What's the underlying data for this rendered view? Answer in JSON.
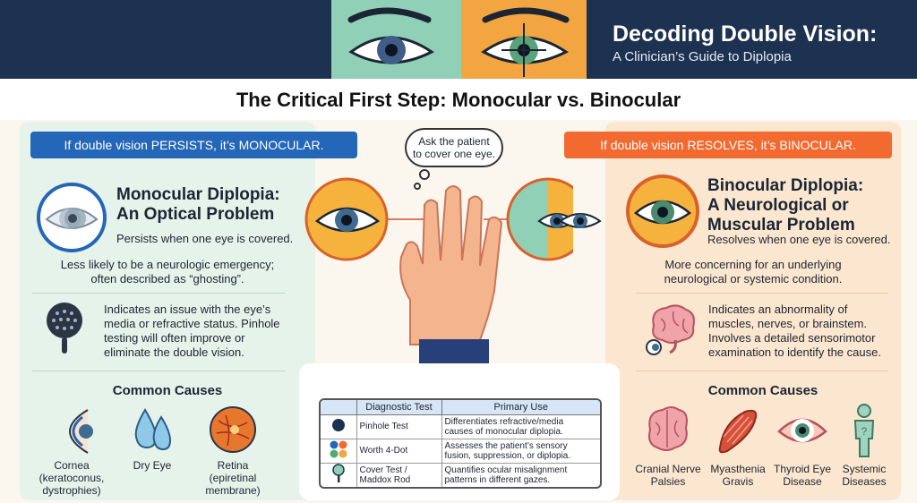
{
  "header": {
    "title": "Decoding Double Vision:",
    "subtitle": "A Clinician’s Guide to Diplopia"
  },
  "section_heading": "The Critical First Step: Monocular vs. Binocular",
  "center": {
    "bubble_line1": "Ask the patient",
    "bubble_line2": "to cover one eye."
  },
  "monocular": {
    "banner": "If double vision PERSISTS, it’s MONOCULAR.",
    "title_line1": "Monocular Diplopia:",
    "title_line2": "An Optical Problem",
    "persist_text": "Persists when one eye is covered.",
    "less_likely_line1": "Less likely to be a neurologic emergency;",
    "less_likely_line2": "often described as “ghosting”.",
    "issue_line1": "Indicates an issue with the eye’s",
    "issue_line2": "media or refractive status. Pinhole",
    "issue_line3": "testing will often improve or",
    "issue_line4": "eliminate the double vision.",
    "causes_title": "Common Causes",
    "causes": [
      {
        "line1": "Cornea",
        "line2": "(keratoconus,",
        "line3": "dystrophies)"
      },
      {
        "line1": "Dry Eye"
      },
      {
        "line1": "Retina",
        "line2": "(epiretinal",
        "line3": "membrane)"
      }
    ]
  },
  "binocular": {
    "banner": "If double vision RESOLVES, it’s BINOCULAR.",
    "title_line1": "Binocular Diplopia:",
    "title_line2": "A Neurological or",
    "title_line3": "Muscular Problem",
    "resolve_text": "Resolves when one eye is covered.",
    "concern_line1": "More concerning for an underlying",
    "concern_line2": "neurological or systemic condition.",
    "indicates_line1": "Indicates an abnormality of",
    "indicates_line2": "muscles, nerves, or brainstem.",
    "indicates_line3": "Involves a detailed sensorimotor",
    "indicates_line4": "examination to identify the cause.",
    "causes_title": "Common Causes",
    "causes": [
      {
        "line1": "Cranial Nerve",
        "line2": "Palsies"
      },
      {
        "line1": "Myasthenia",
        "line2": "Gravis"
      },
      {
        "line1": "Thyroid Eye",
        "line2": "Disease"
      },
      {
        "line1": "Systemic",
        "line2": "Diseases"
      }
    ]
  },
  "diagnostic_table": {
    "col_test": "Diagnostic Test",
    "col_use": "Primary Use",
    "rows": [
      {
        "test": "Pinhole Test",
        "use_line1": "Differentiates refractive/media",
        "use_line2": "causes of monocular diplopia.",
        "icon": "pinhole-dot-icon"
      },
      {
        "test": "Worth 4-Dot",
        "use_line1": "Assesses the patient’s sensory",
        "use_line2": "fusion, suppression, or diplopia.",
        "icon": "four-dot-icon"
      },
      {
        "test_line1": "Cover Test /",
        "test_line2": "Maddox Rod",
        "use_line1": "Quantifies ocular misalignment",
        "use_line2": "patterns in different gazes.",
        "icon": "occluder-icon"
      }
    ]
  },
  "colors": {
    "navy": "#1d3150",
    "blue": "#2466b7",
    "orange": "#f26a2f",
    "mint": "#8fd0b6",
    "amber": "#f2a541"
  }
}
